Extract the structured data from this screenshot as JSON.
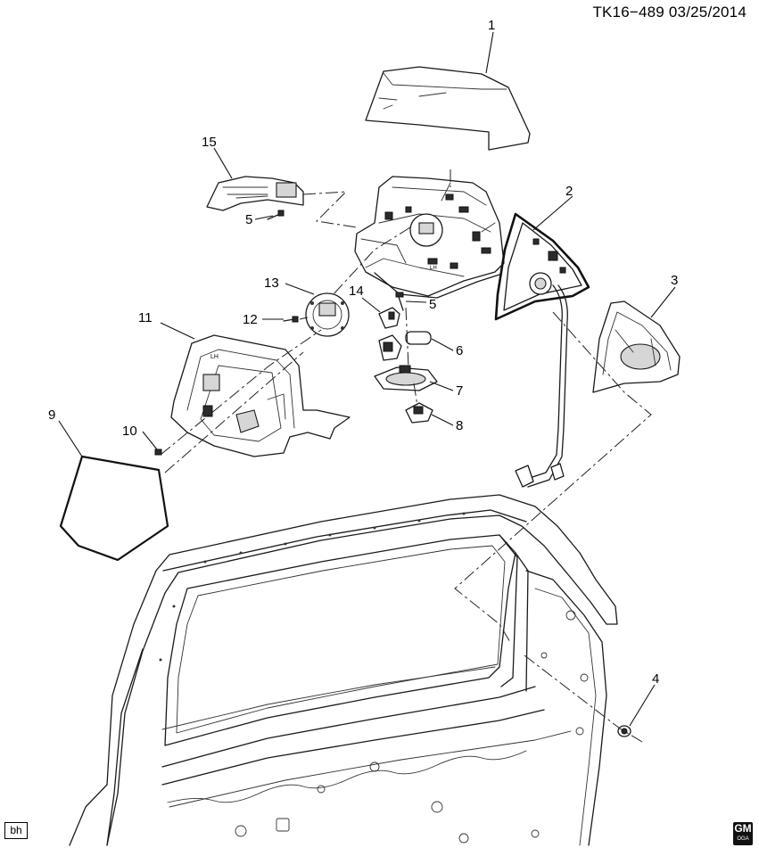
{
  "header": {
    "illustration_code": "TK16−489",
    "date": "03/25/2014"
  },
  "footer": {
    "artist_initials": "bh",
    "logo_letters": "GM",
    "logo_sub": "OGA"
  },
  "callouts": [
    {
      "id": "c1",
      "label": "1"
    },
    {
      "id": "c2",
      "label": "2"
    },
    {
      "id": "c3",
      "label": "3"
    },
    {
      "id": "c4",
      "label": "4"
    },
    {
      "id": "c5a",
      "label": "5"
    },
    {
      "id": "c5b",
      "label": "5"
    },
    {
      "id": "c6",
      "label": "6"
    },
    {
      "id": "c7",
      "label": "7"
    },
    {
      "id": "c8",
      "label": "8"
    },
    {
      "id": "c9",
      "label": "9"
    },
    {
      "id": "c10",
      "label": "10"
    },
    {
      "id": "c11",
      "label": "11"
    },
    {
      "id": "c12",
      "label": "12"
    },
    {
      "id": "c13",
      "label": "13"
    },
    {
      "id": "c14",
      "label": "14"
    },
    {
      "id": "c15",
      "label": "15"
    }
  ],
  "part_markings": {
    "housing_lh": "LH",
    "frame_lh": "LH"
  }
}
